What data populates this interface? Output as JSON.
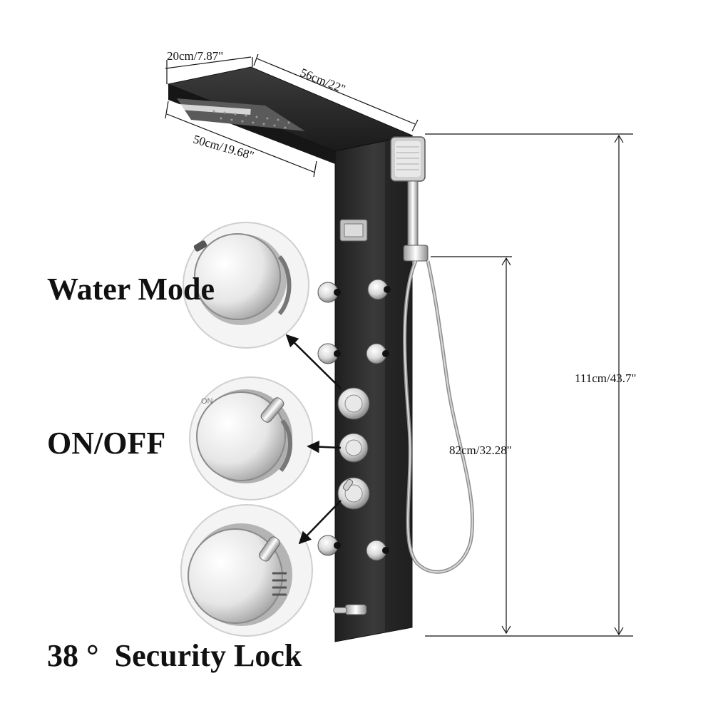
{
  "dimensions": {
    "top_depth": "20cm/7.87\"",
    "top_length": "56cm/22\"",
    "top_width": "50cm/19.68\"",
    "total_height": "111cm/43.7\"",
    "handheld_height": "82cm/32.28\""
  },
  "labels": {
    "water_mode": "Water Mode",
    "on_off": "ON/OFF",
    "security_lock": "38 °  Security Lock"
  },
  "knob_marks": {
    "on": "ON"
  },
  "colors": {
    "panel": "#2b2b2b",
    "chrome_light": "#f2f2f2",
    "chrome_dark": "#8a8a8a",
    "text": "#111111"
  }
}
